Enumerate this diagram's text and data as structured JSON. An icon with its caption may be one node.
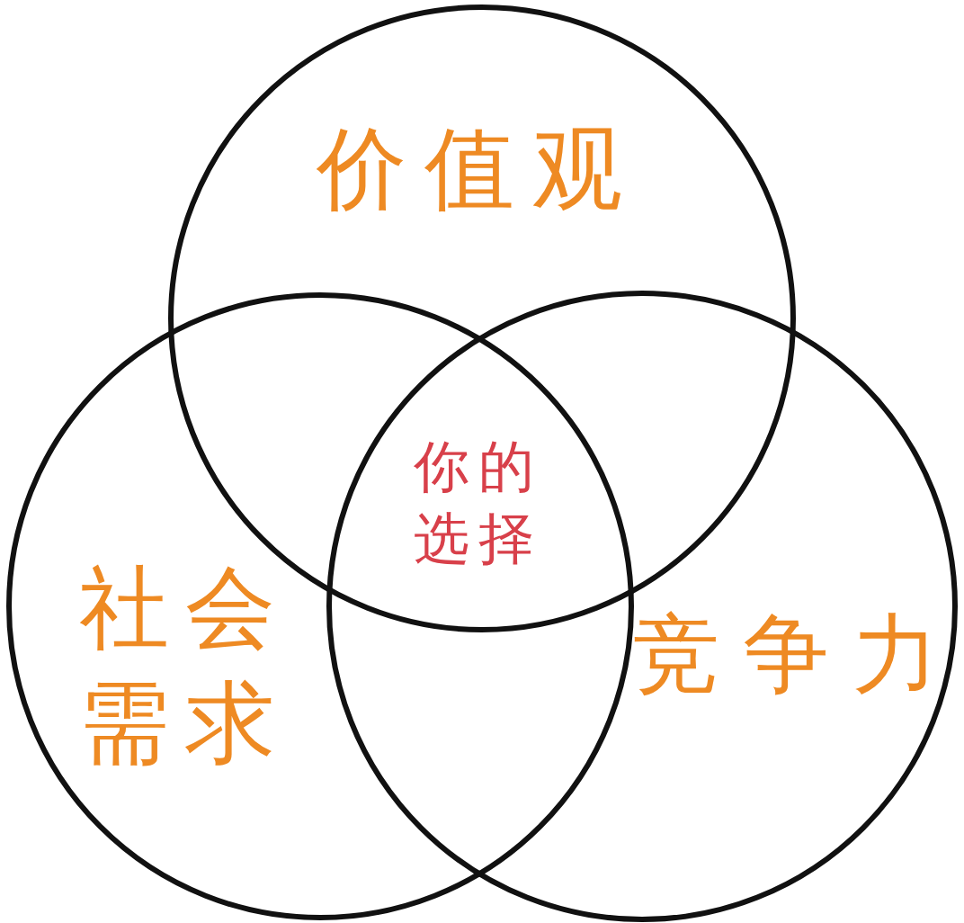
{
  "diagram": {
    "nodes": [
      {
        "text": [
          "价值观"
        ]
      },
      {
        "text": [
          "社会需求"
        ]
      },
      {
        "text": [
          "竞争力"
        ]
      }
    ],
    "labels": [
      "你的选择"
    ]
  }
}
